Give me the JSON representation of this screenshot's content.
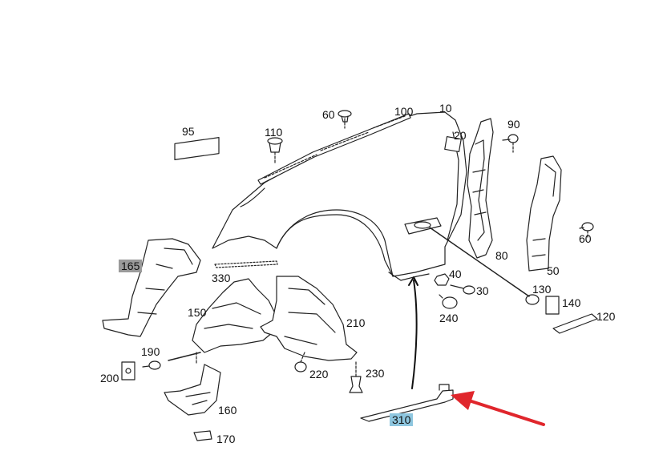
{
  "diagram": {
    "labels": {
      "p10": "10",
      "p20": "20",
      "p30": "30",
      "p40": "40",
      "p50": "50",
      "p60a": "60",
      "p60b": "60",
      "p80": "80",
      "p90": "90",
      "p95": "95",
      "p100": "100",
      "p110": "110",
      "p120": "120",
      "p130": "130",
      "p140": "140",
      "p150": "150",
      "p160": "160",
      "p165": "165",
      "p170": "170",
      "p190": "190",
      "p200": "200",
      "p210": "210",
      "p220": "220",
      "p230": "230",
      "p240": "240",
      "p310": "310",
      "p330": "330"
    },
    "highlighted": {
      "p165": "#9a9a9a",
      "p310": "#8ec6df"
    },
    "arrow_color": "#e0262c"
  }
}
